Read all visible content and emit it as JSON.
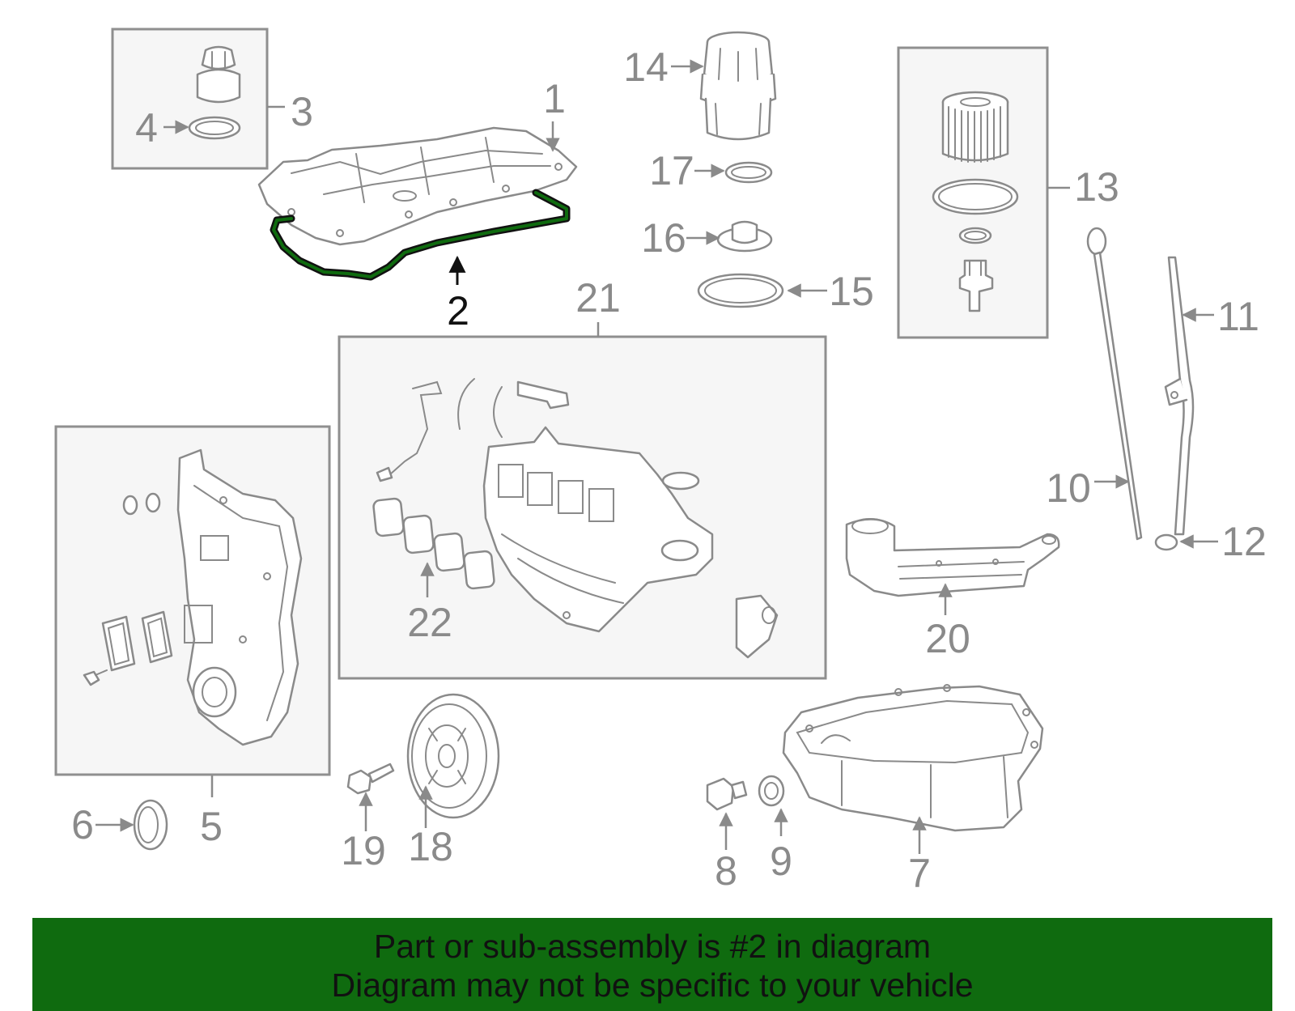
{
  "highlight": {
    "part": "2",
    "color": "#0f6b0f"
  },
  "callouts": [
    "1",
    "2",
    "3",
    "4",
    "5",
    "6",
    "7",
    "8",
    "9",
    "10",
    "11",
    "12",
    "13",
    "14",
    "15",
    "16",
    "17",
    "18",
    "19",
    "20",
    "21",
    "22"
  ],
  "banner": {
    "line1": "Part or sub-assembly is #2 in diagram",
    "line2": "Diagram may not be specific to your vehicle",
    "color": "#0f6b0f"
  }
}
